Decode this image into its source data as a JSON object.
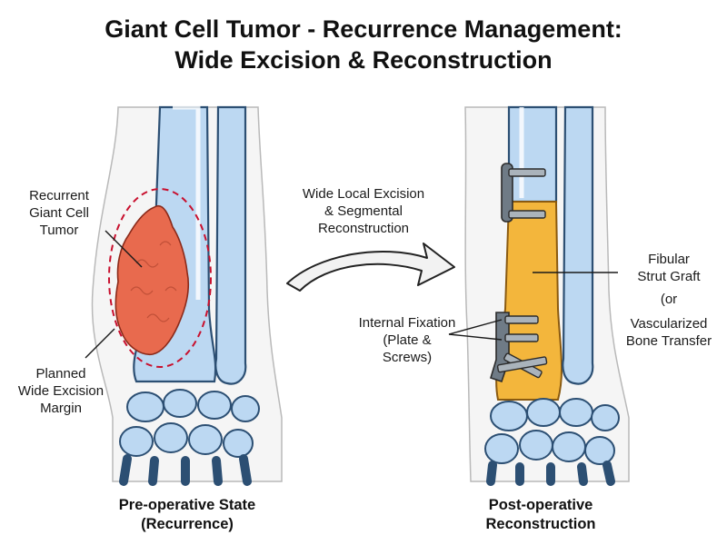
{
  "title": {
    "line1": "Giant Cell Tumor - Recurrence Management:",
    "line2": "Wide Excision & Reconstruction"
  },
  "left_panel": {
    "tumor_label": [
      "Recurrent",
      "Giant Cell",
      "Tumor"
    ],
    "margin_label": [
      "Planned",
      "Wide Excision",
      "Margin"
    ],
    "caption": [
      "Pre-operative State",
      "(Recurrence)"
    ]
  },
  "arrow_label": [
    "Wide Local Excision",
    "& Segmental",
    "Reconstruction"
  ],
  "right_panel": {
    "graft_label": [
      "Fibular",
      "Strut Graft",
      "(or",
      "Vascularized",
      "Bone Transfer"
    ],
    "fixation_label": [
      "Internal Fixation",
      "(Plate &",
      "Screws)"
    ],
    "caption": [
      "Post-operative",
      "Reconstruction"
    ]
  },
  "colors": {
    "bone_fill": "#bcd8f2",
    "bone_stroke": "#2c4f73",
    "tumor_fill": "#e86a4e",
    "margin_dash": "#c8102e",
    "graft_fill": "#f3b63c",
    "plate_fill": "#6f7b86",
    "soft_tissue": "#f4f4f4"
  }
}
